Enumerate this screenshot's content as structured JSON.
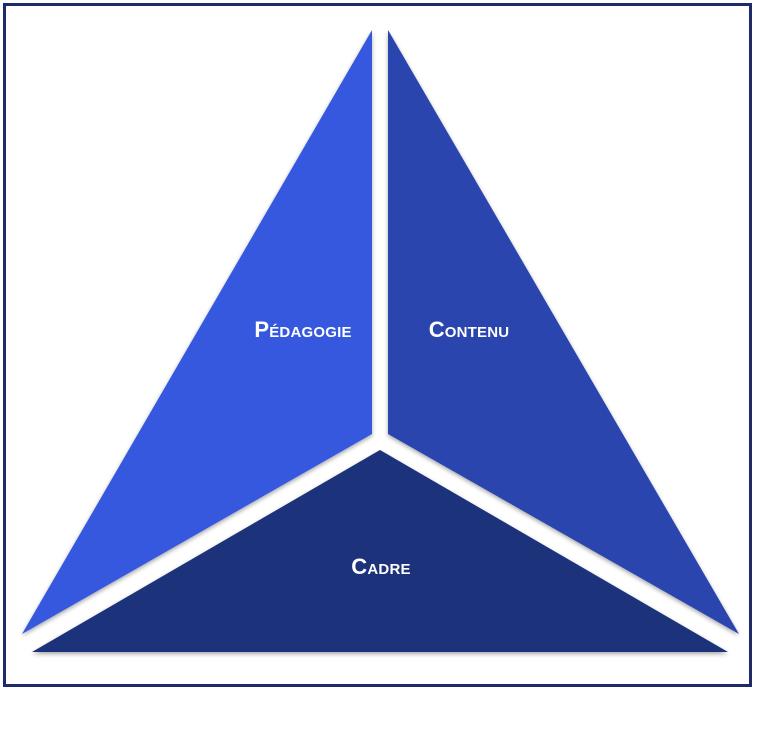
{
  "diagram": {
    "segments": [
      {
        "id": "pedagogie",
        "label": "Pédagogie",
        "color": "#3558de"
      },
      {
        "id": "contenu",
        "label": "Contenu",
        "color": "#2944ad"
      },
      {
        "id": "cadre",
        "label": "Cadre",
        "color": "#1f327a"
      }
    ],
    "frame_color": "#1f2a6b"
  }
}
